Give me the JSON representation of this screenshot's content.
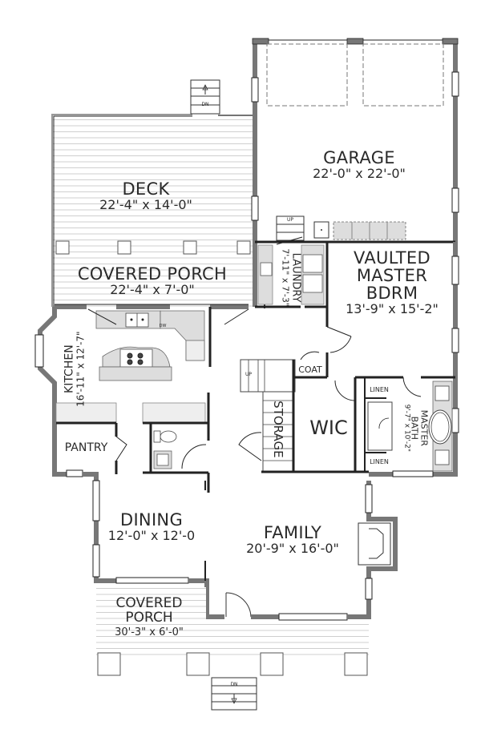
{
  "plan": {
    "background": "#ffffff",
    "wall_color": "#7a7a7a",
    "outline_color": "#1a1a1a",
    "counter_color": "#d9d9d9",
    "deck_line_color": "#cfcfcf"
  },
  "rooms": {
    "garage": {
      "name": "GARAGE",
      "dims": "22'-0\" x 22'-0\""
    },
    "deck": {
      "name": "DECK",
      "dims": "22'-4\" x 14'-0\""
    },
    "covered_porch_rear": {
      "name": "COVERED PORCH",
      "dims": "22'-4\" x 7'-0\""
    },
    "laundry": {
      "name": "LAUNDRY",
      "dims": "7'-11\" x 7'-3\""
    },
    "master_bdrm": {
      "line1": "VAULTED",
      "line2": "MASTER",
      "line3": "BDRM",
      "dims": "13'-9\" x 15'-2\""
    },
    "kitchen": {
      "name": "KITCHEN",
      "dims": "16'-11\" x 12'-7\""
    },
    "coat": {
      "name": "COAT"
    },
    "storage": {
      "name": "STORAGE"
    },
    "wic": {
      "name": "WIC"
    },
    "master_bath": {
      "line1": "MASTER",
      "line2": "BATH",
      "dims": "9'-7\" x 10'-2\""
    },
    "linen_top": {
      "name": "LINEN"
    },
    "linen_bottom": {
      "name": "LINEN"
    },
    "pantry": {
      "name": "PANTRY"
    },
    "dining": {
      "name": "DINING",
      "dims": "12'-0\" x 12'-0"
    },
    "family": {
      "name": "FAMILY",
      "dims": "20'-9\" x 16'-0\""
    },
    "covered_porch_front": {
      "line1": "COVERED",
      "line2": "PORCH",
      "dims": "30'-3\" x 6'-0\""
    }
  },
  "stairs": {
    "deck_stairs": {
      "label": "DN"
    },
    "front_stairs": {
      "label": "DN"
    },
    "garage_stairs": {
      "label": "UP"
    },
    "interior_stairs": {
      "label": "UP"
    }
  },
  "appliances": {
    "dishwasher": {
      "label": "DW"
    }
  }
}
